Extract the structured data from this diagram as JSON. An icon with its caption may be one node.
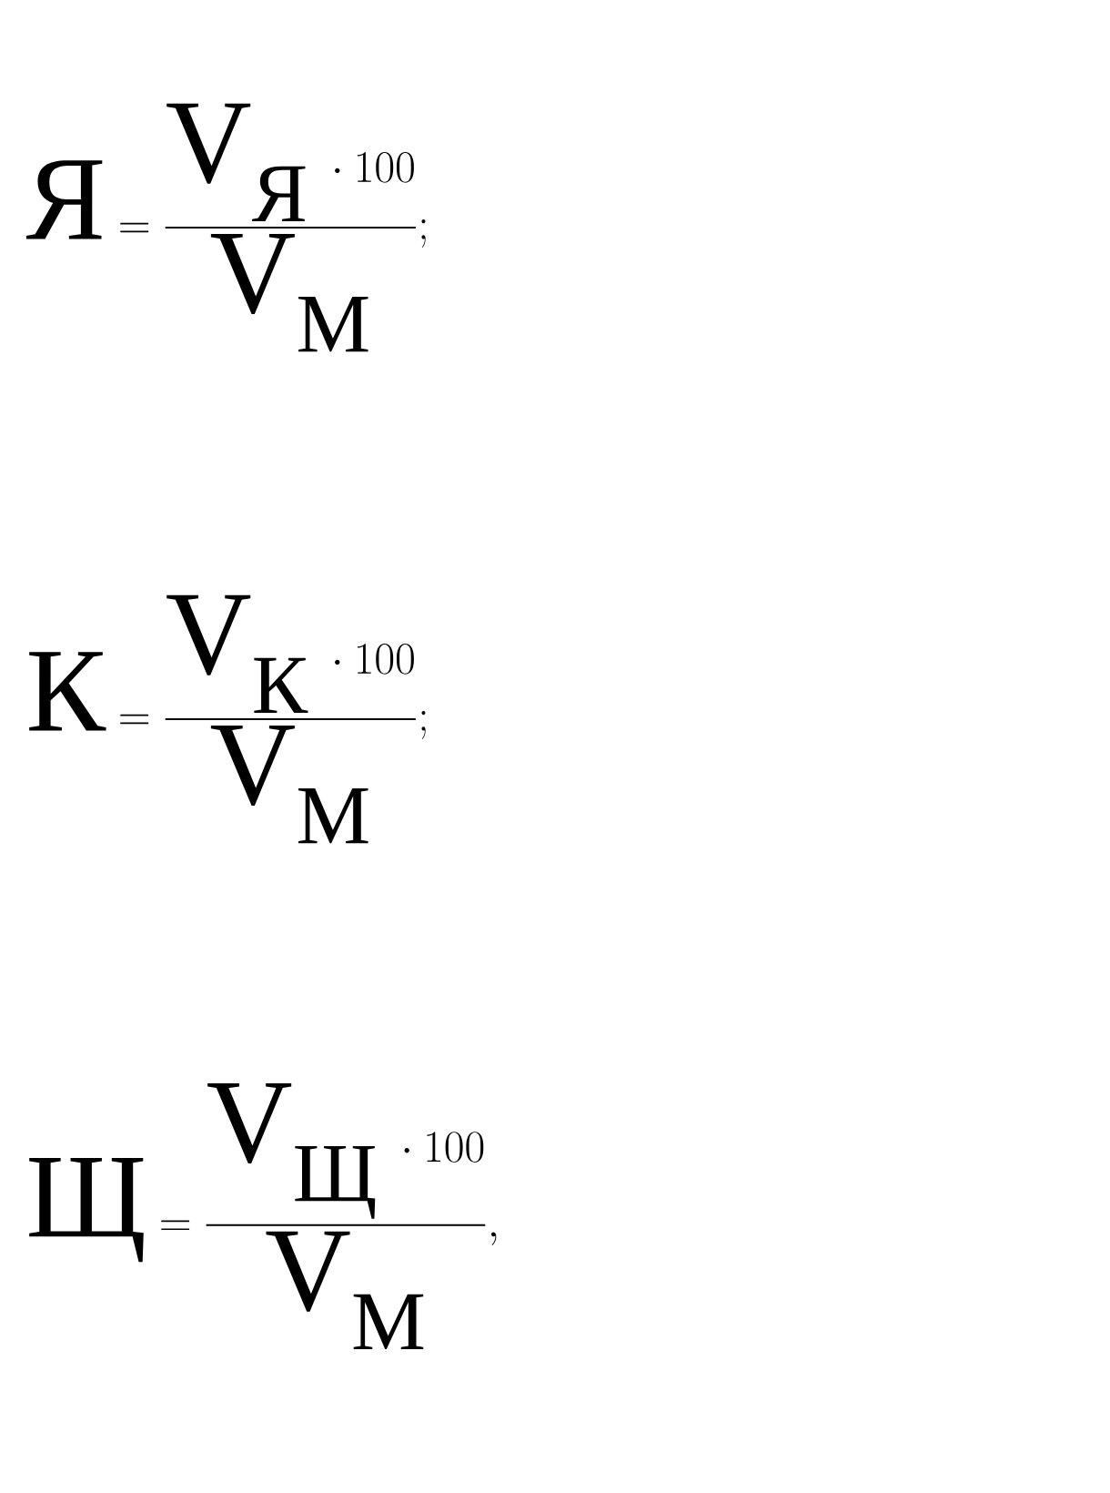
{
  "diagram": {
    "labels": [
      "\\mathrm{Я} = \\frac{\\mathrm{V}_{\\mathrm{Я}}\\;\\cdot 100}{\\mathrm{V}_{\\mathrm{М}}};",
      "\\mathrm{К} = \\frac{\\mathrm{V}_{\\mathrm{К}}\\;\\cdot 100}{\\mathrm{V}_{\\mathrm{М}}};",
      "\\mathrm{Щ} = \\frac{\\mathrm{V}_{\\mathrm{Щ}}\\;\\cdot 100}{\\mathrm{V}_{\\mathrm{М}}},"
    ]
  }
}
